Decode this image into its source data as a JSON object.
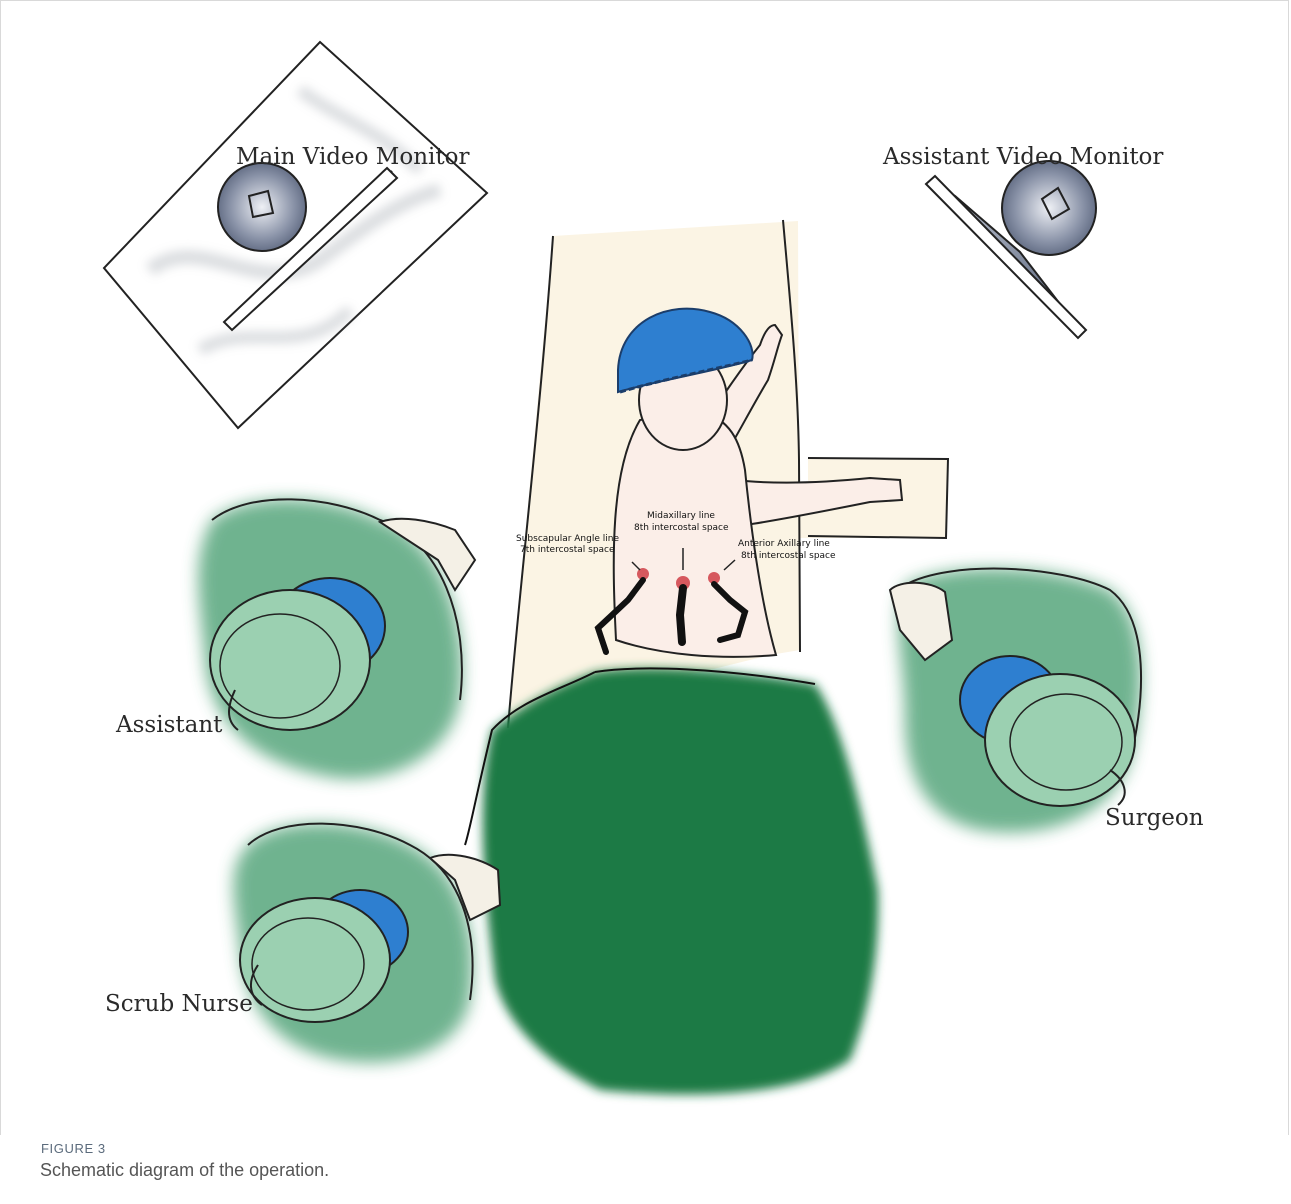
{
  "labels": {
    "main_monitor": "Main Video Monitor",
    "assistant_monitor": "Assistant Video Monitor",
    "assistant": "Assistant",
    "scrub_nurse": "Scrub Nurse",
    "surgeon": "Surgeon"
  },
  "ports": {
    "subscapular": {
      "line1": "Subscapular Angle line",
      "line2": "7th intercostal space"
    },
    "midaxillary": {
      "line1": "Midaxillary line",
      "line2": "8th intercostal space"
    },
    "anterior": {
      "line1": "Anterior Axillary line",
      "line2": "8th intercostal space"
    }
  },
  "figure": {
    "label": "FIGURE 3",
    "caption": "Schematic diagram of the operation."
  },
  "colors": {
    "drape_green": "#1f7a45",
    "gown_green": "#3f9a6a",
    "cap_blue": "#2e7fd0",
    "table": "#fbf4e4",
    "monitor": "#5e6b82",
    "port_red": "#d6585e"
  }
}
